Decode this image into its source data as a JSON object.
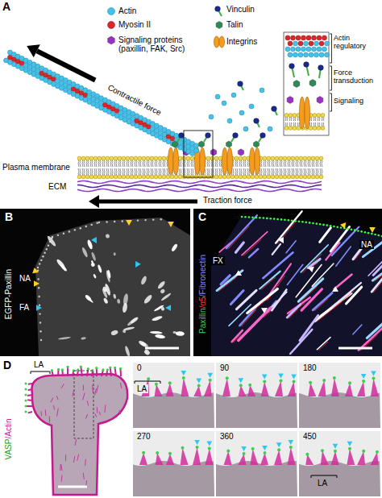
{
  "diagram": {
    "labels": [
      "A",
      "Contractile force",
      "Plasma membrane",
      "ECM",
      "Traction force",
      "Actin regulatory",
      "Force transduction",
      "Signaling",
      "B",
      "EGFP-Paxillin",
      "NA",
      "FA",
      "C",
      "Paxillin",
      "/α5",
      "/Fibronectin",
      "NA",
      "FX",
      "D",
      "VASP",
      "/Actin",
      "LA",
      "0",
      "90",
      "180",
      "LA",
      "270",
      "360",
      "450",
      "LA"
    ],
    "legend": [
      {
        "text": "Actin"
      },
      {
        "text": "Myosin II"
      },
      {
        "text": "Signaling proteins (paxillin, FAK, Src)"
      },
      {
        "text": "Vinculin"
      },
      {
        "text": "Talin"
      },
      {
        "text": "Integrins"
      }
    ]
  }
}
